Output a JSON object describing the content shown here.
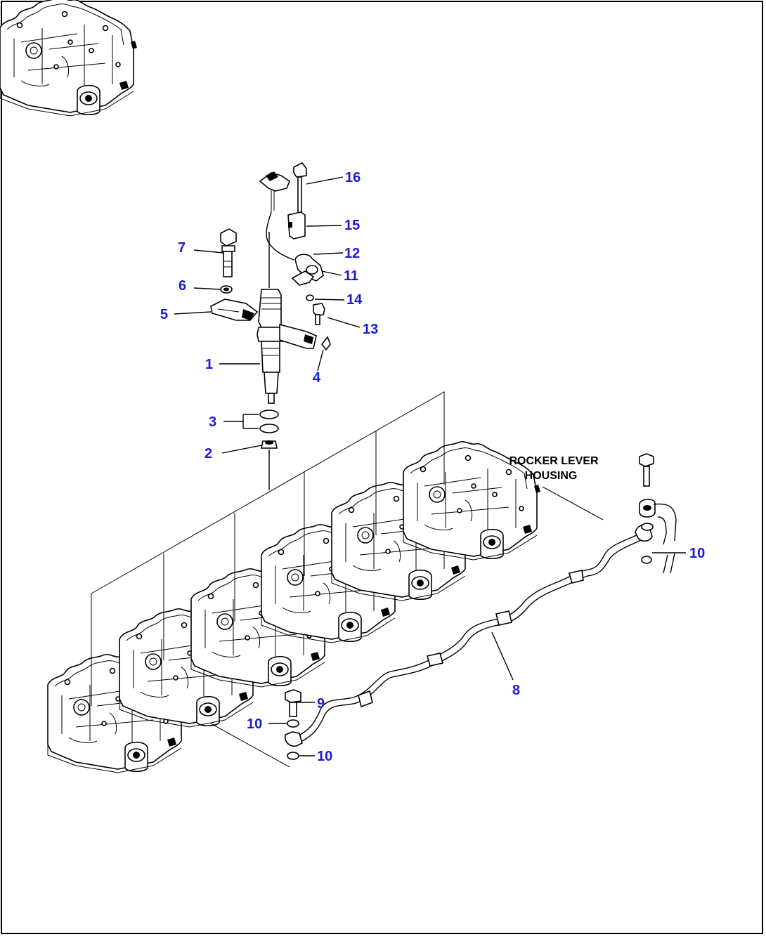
{
  "diagram": {
    "annotation_lines": [
      "ROCKER LEVER",
      "HOUSING"
    ],
    "callouts": [
      {
        "id": "c16",
        "label": "16"
      },
      {
        "id": "c15",
        "label": "15"
      },
      {
        "id": "c7",
        "label": "7"
      },
      {
        "id": "c12",
        "label": "12"
      },
      {
        "id": "c11",
        "label": "11"
      },
      {
        "id": "c6",
        "label": "6"
      },
      {
        "id": "c14",
        "label": "14"
      },
      {
        "id": "c5",
        "label": "5"
      },
      {
        "id": "c13",
        "label": "13"
      },
      {
        "id": "c1",
        "label": "1"
      },
      {
        "id": "c4",
        "label": "4"
      },
      {
        "id": "c3",
        "label": "3"
      },
      {
        "id": "c2",
        "label": "2"
      },
      {
        "id": "c10a",
        "label": "10"
      },
      {
        "id": "c8",
        "label": "8"
      },
      {
        "id": "c9",
        "label": "9"
      },
      {
        "id": "c10b",
        "label": "10"
      },
      {
        "id": "c10c",
        "label": "10"
      }
    ],
    "colors": {
      "callout": "#1a1ad6",
      "lines": "#000000",
      "background": "#ffffff"
    }
  }
}
